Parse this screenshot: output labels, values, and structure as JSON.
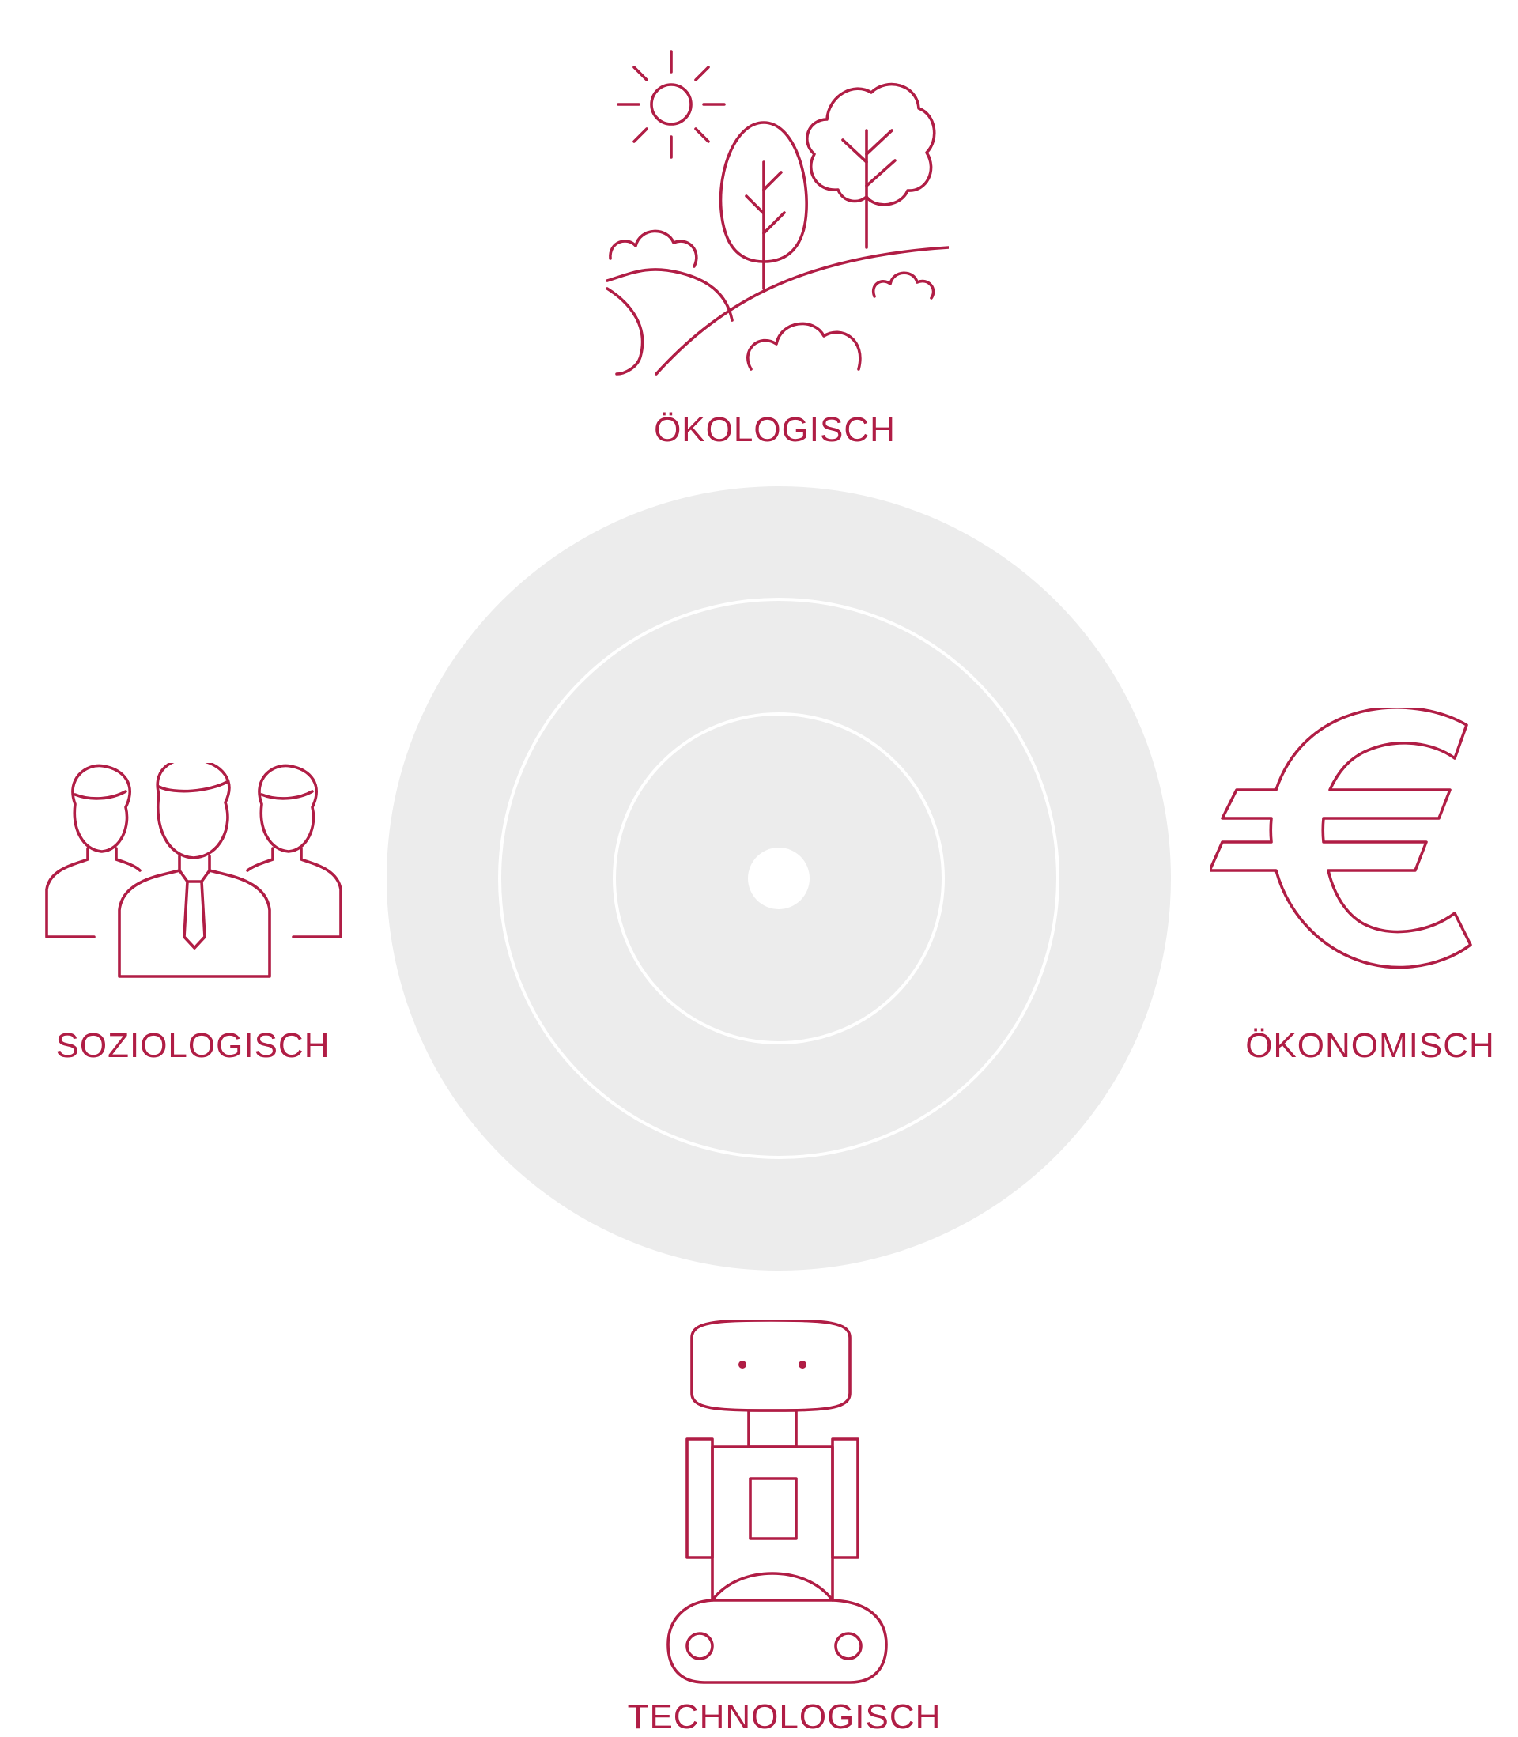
{
  "colors": {
    "accent": "#b01d45",
    "circle_fill": "#ececec",
    "ring_line": "#ffffff"
  },
  "diagram": {
    "center": {
      "rings": 3,
      "center_dot": true
    },
    "nodes": [
      {
        "key": "oekologisch",
        "label": "ÖKOLOGISCH",
        "icon": "landscape-icon"
      },
      {
        "key": "oekonomisch",
        "label": "ÖKONOMISCH",
        "icon": "euro-icon"
      },
      {
        "key": "soziologisch",
        "label": "SOZIOLOGISCH",
        "icon": "people-group-icon"
      },
      {
        "key": "technologisch",
        "label": "TECHNOLOGISCH",
        "icon": "robot-icon"
      }
    ]
  }
}
